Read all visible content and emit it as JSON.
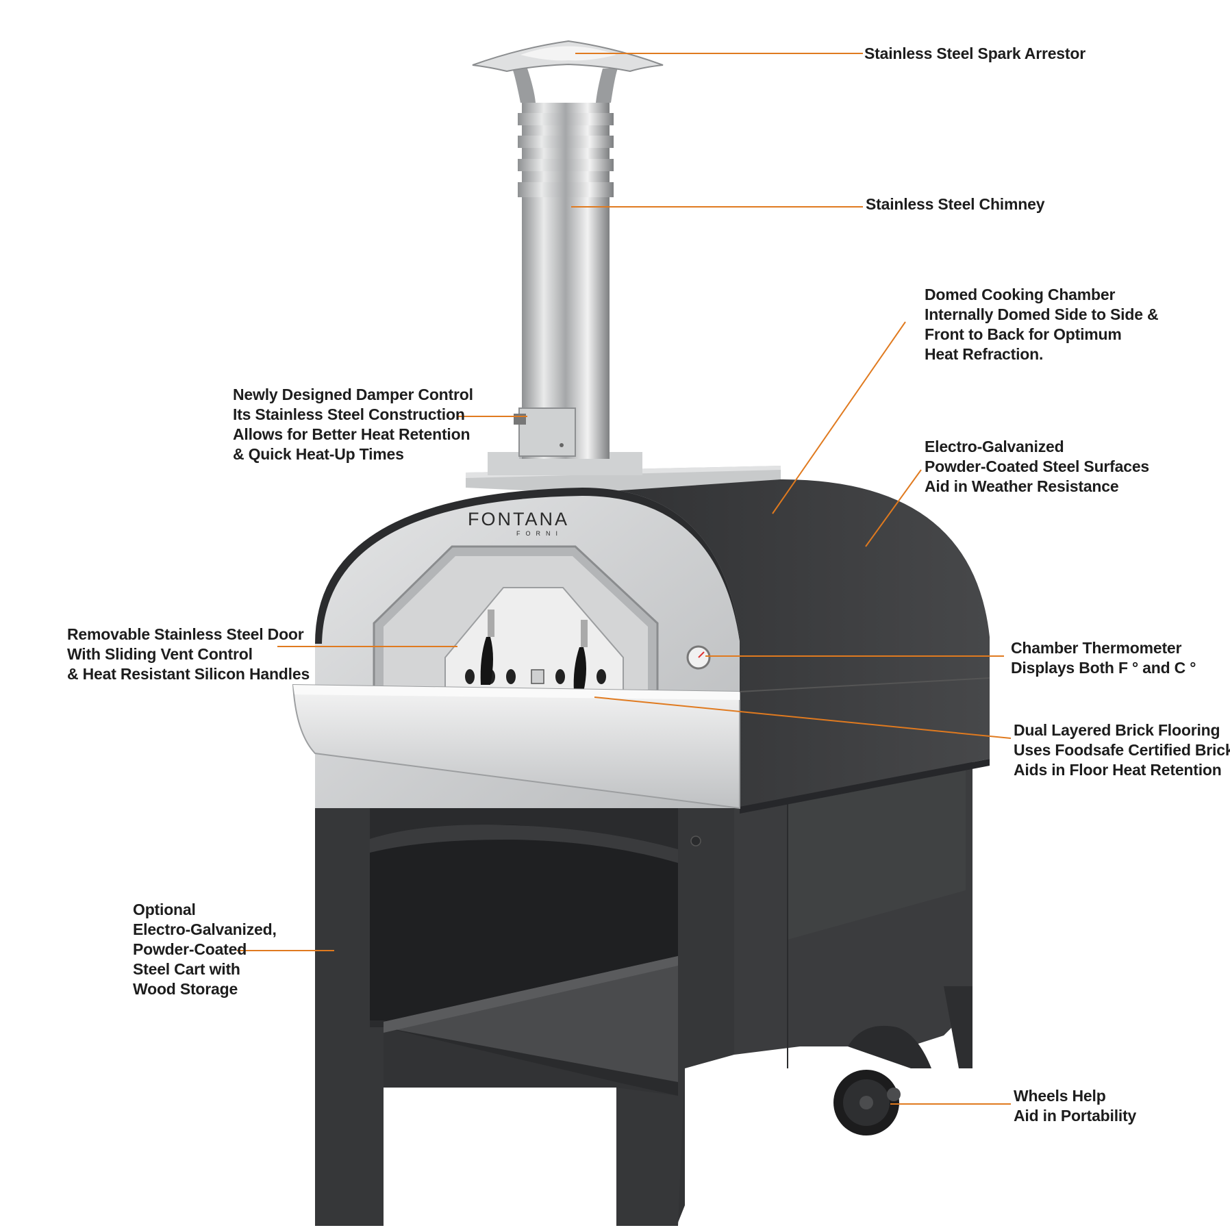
{
  "brand": {
    "name": "FONTANA",
    "sub": "FORNI"
  },
  "colors": {
    "leader": "#e07a1f",
    "label": "#1d1d1d",
    "body_dark": "#3a3b3d",
    "steel": "#c9cbcc",
    "background": "#ffffff"
  },
  "callouts": {
    "spark_arrestor": {
      "lines": [
        "Stainless Steel Spark Arrestor"
      ]
    },
    "chimney": {
      "lines": [
        "Stainless Steel Chimney"
      ]
    },
    "dome": {
      "lines": [
        "Domed Cooking Chamber",
        "Internally Domed Side to Side &",
        "Front to Back for Optimum",
        "Heat Refraction."
      ]
    },
    "damper": {
      "lines": [
        "Newly Designed Damper Control",
        "Its Stainless Steel Construction",
        "Allows for Better Heat Retention",
        "& Quick Heat-Up Times"
      ]
    },
    "galvanized": {
      "lines": [
        "Electro-Galvanized",
        "Powder-Coated Steel Surfaces",
        "Aid in Weather Resistance"
      ]
    },
    "door": {
      "lines": [
        "Removable Stainless Steel Door",
        "With Sliding Vent Control",
        "& Heat Resistant Silicon Handles"
      ]
    },
    "thermometer": {
      "lines": [
        "Chamber Thermometer",
        "Displays Both F ° and C °"
      ]
    },
    "brick": {
      "lines": [
        "Dual Layered Brick Flooring",
        "Uses Foodsafe Certified Brick",
        "Aids in Floor Heat Retention"
      ]
    },
    "cart": {
      "lines": [
        "Optional",
        "Electro-Galvanized,",
        "Powder-Coated",
        "Steel Cart with",
        "Wood Storage"
      ]
    },
    "wheels": {
      "lines": [
        "Wheels Help",
        "Aid in Portability"
      ]
    }
  },
  "icons": [
    "spark-arrestor-icon",
    "chimney-pipe-icon",
    "damper-control-icon",
    "oven-door-icon",
    "thermometer-icon",
    "wheel-icon"
  ]
}
